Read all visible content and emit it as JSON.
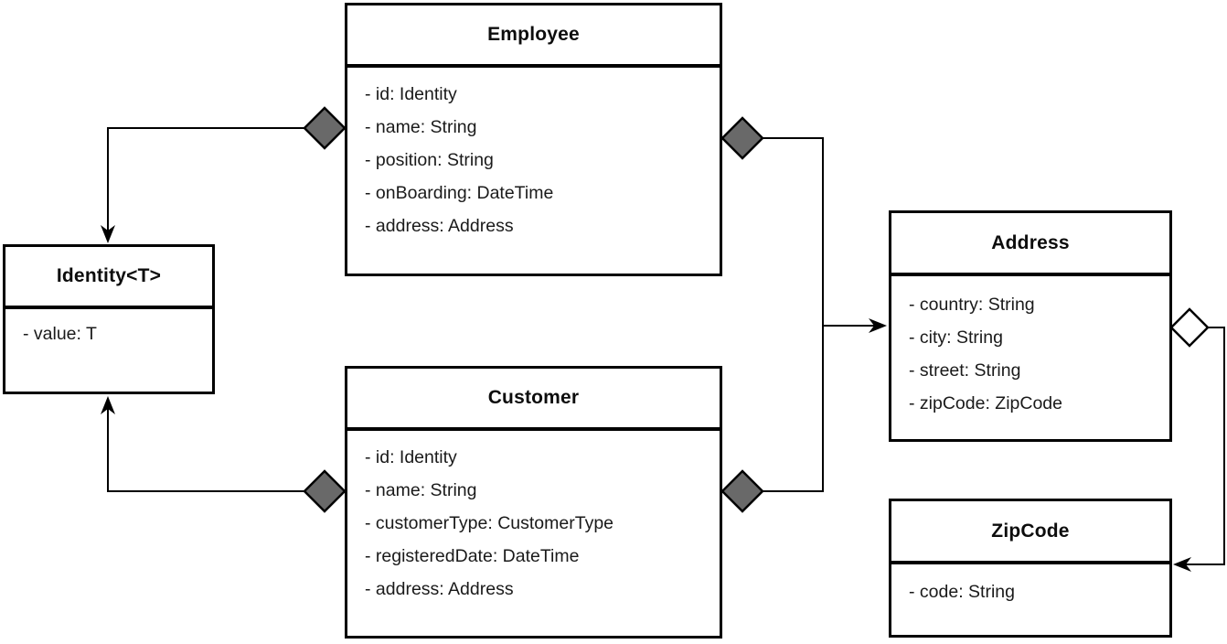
{
  "diagram": {
    "kind": "uml-class-diagram",
    "background": "#ffffff",
    "classes": [
      {
        "id": "employee",
        "name": "Employee",
        "attributes": [
          "- id: Identity",
          "- name: String",
          "- position: String",
          "- onBoarding: DateTime",
          "- address: Address"
        ]
      },
      {
        "id": "identity",
        "name": "Identity<T>",
        "attributes": [
          "- value: T"
        ]
      },
      {
        "id": "customer",
        "name": "Customer",
        "attributes": [
          "- id: Identity",
          "- name: String",
          "- customerType: CustomerType",
          "- registeredDate: DateTime",
          "- address: Address"
        ]
      },
      {
        "id": "address",
        "name": "Address",
        "attributes": [
          "- country: String",
          "- city: String",
          "- street: String",
          "- zipCode: ZipCode"
        ]
      },
      {
        "id": "zipcode",
        "name": "ZipCode",
        "attributes": [
          "- code: String"
        ]
      }
    ],
    "relationships": [
      {
        "from": "Employee",
        "to": "Identity<T>",
        "diamond": "filled-gray",
        "diamond_at": "Employee-left-edge",
        "arrow_into": "Identity<T>-top"
      },
      {
        "from": "Customer",
        "to": "Identity<T>",
        "diamond": "filled-gray",
        "diamond_at": "Customer-left-edge",
        "arrow_into": "Identity<T>-bottom"
      },
      {
        "from": "Employee",
        "to": "Address",
        "diamond": "filled-gray",
        "diamond_at": "Employee-right-edge",
        "arrow_into": "Address-left-edge"
      },
      {
        "from": "Customer",
        "to": "Address",
        "diamond": "filled-gray",
        "diamond_at": "Customer-right-edge",
        "arrow_into": "Address-left-edge"
      },
      {
        "from": "Address",
        "to": "ZipCode",
        "diamond": "hollow-white",
        "diamond_at": "Address-right-edge",
        "arrow_into": "ZipCode-right-edge"
      }
    ],
    "colors": {
      "line": "#000000",
      "box_border": "#000000",
      "text": "#1a1a1a",
      "diamond_filled": "#696969",
      "diamond_hollow": "#ffffff"
    }
  }
}
